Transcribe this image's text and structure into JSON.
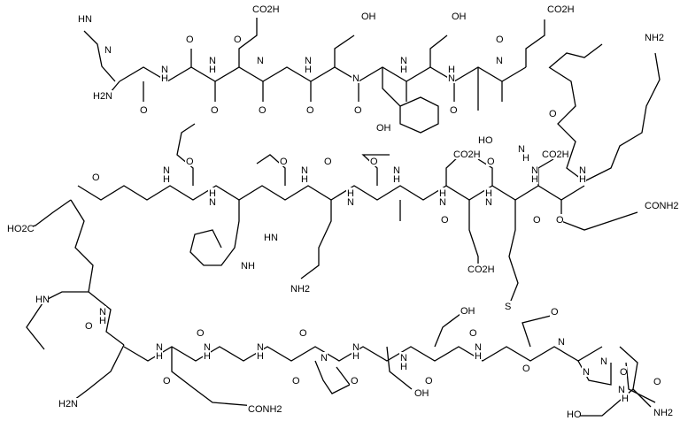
{
  "diagram": {
    "type": "chemical-structure",
    "colors": {
      "bond": "#000000",
      "background": "#ffffff"
    },
    "labels": [
      "HN",
      "N",
      "H2N",
      "O",
      "H",
      "N",
      "O",
      "N",
      "CO2H",
      "H",
      "O",
      "N",
      "O",
      "OH",
      "N",
      "H",
      "O",
      "N",
      "O",
      "OH",
      "N",
      "H",
      "OH",
      "O",
      "N",
      "CO2H",
      "H",
      "O",
      "N",
      "O",
      "NH2",
      "HO",
      "N",
      "H",
      "O",
      "CONH2",
      "N",
      "H",
      "O",
      "S",
      "N",
      "H",
      "CO2H",
      "O",
      "N",
      "H",
      "O",
      "CO2H",
      "CO2H",
      "N",
      "H",
      "O",
      "N",
      "H",
      "O",
      "N",
      "H",
      "O",
      "HN",
      "NH2",
      "NH",
      "N",
      "H",
      "O",
      "N",
      "H",
      "O",
      "HO2C",
      "N",
      "H",
      "O",
      "HN",
      "N",
      "H",
      "O",
      "N",
      "H",
      "H2N",
      "O",
      "CONH2",
      "N",
      "H",
      "O",
      "N",
      "H",
      "O",
      "N",
      "O",
      "OH",
      "N",
      "H",
      "O",
      "OH",
      "N",
      "H",
      "O",
      "N",
      "H",
      "O",
      "N",
      "O",
      "N",
      "O",
      "N",
      "O",
      "N",
      "H",
      "HO",
      "NH2",
      "O"
    ]
  }
}
